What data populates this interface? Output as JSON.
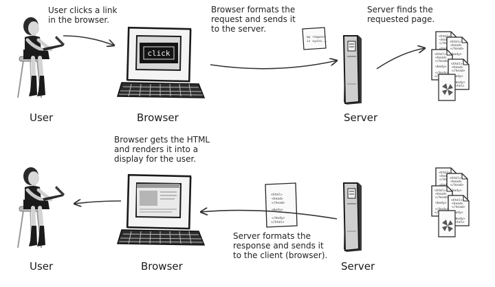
{
  "notes": {
    "user_clicks": "User clicks a link\nin the browser.",
    "browser_formats": "Browser formats the\nrequest and sends it\nto the server.",
    "server_finds": "Server finds the\nrequested page.",
    "browser_renders": "Browser gets the HTML\nand renders it into a\ndisplay for the user.",
    "server_formats": "Server formats the\nresponse and sends it\nto the client (browser)."
  },
  "captions": {
    "user_top": "User",
    "browser_top": "Browser",
    "server_top": "Server",
    "user_bottom": "User",
    "browser_bottom": "Browser",
    "server_bottom": "Server"
  },
  "screen_text": "click",
  "request_note": [
    "my request",
    "is xyzzz..."
  ],
  "html_doc_lines": [
    "<html>",
    "<head>",
    "</head>",
    "<body>",
    "</body>",
    "</html>"
  ]
}
